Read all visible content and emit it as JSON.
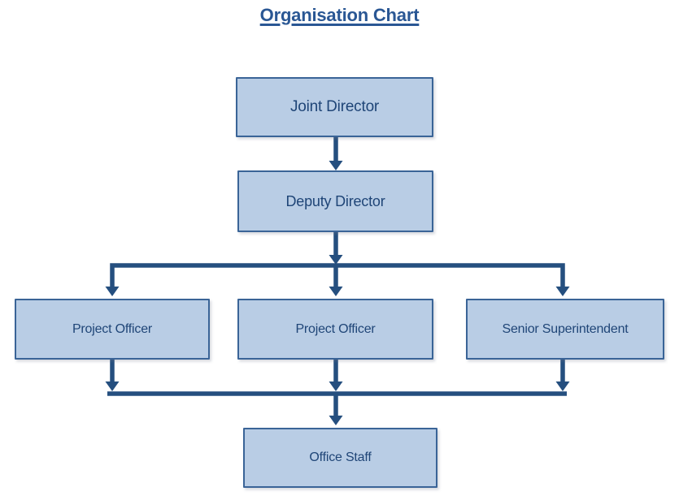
{
  "title": "Organisation Chart",
  "colors": {
    "title_color": "#2A5794",
    "box_fill": "#B9CDE5",
    "box_border": "#3A6497",
    "connector": "#254F7F",
    "node_text": "#1F4577"
  },
  "nodes": {
    "joint_director": {
      "label": "Joint Director"
    },
    "deputy_director": {
      "label": "Deputy Director"
    },
    "project_officer_left": {
      "label": "Project Officer"
    },
    "project_officer_middle": {
      "label": "Project Officer"
    },
    "senior_superintendent": {
      "label": "Senior Superintendent"
    },
    "office_staff": {
      "label": "Office Staff"
    }
  },
  "edges": [
    {
      "from": "joint_director",
      "to": "deputy_director"
    },
    {
      "from": "deputy_director",
      "to": "project_officer_left"
    },
    {
      "from": "deputy_director",
      "to": "project_officer_middle"
    },
    {
      "from": "deputy_director",
      "to": "senior_superintendent"
    },
    {
      "from": "project_officer_left",
      "to": "office_staff"
    },
    {
      "from": "project_officer_middle",
      "to": "office_staff"
    },
    {
      "from": "senior_superintendent",
      "to": "office_staff"
    }
  ]
}
